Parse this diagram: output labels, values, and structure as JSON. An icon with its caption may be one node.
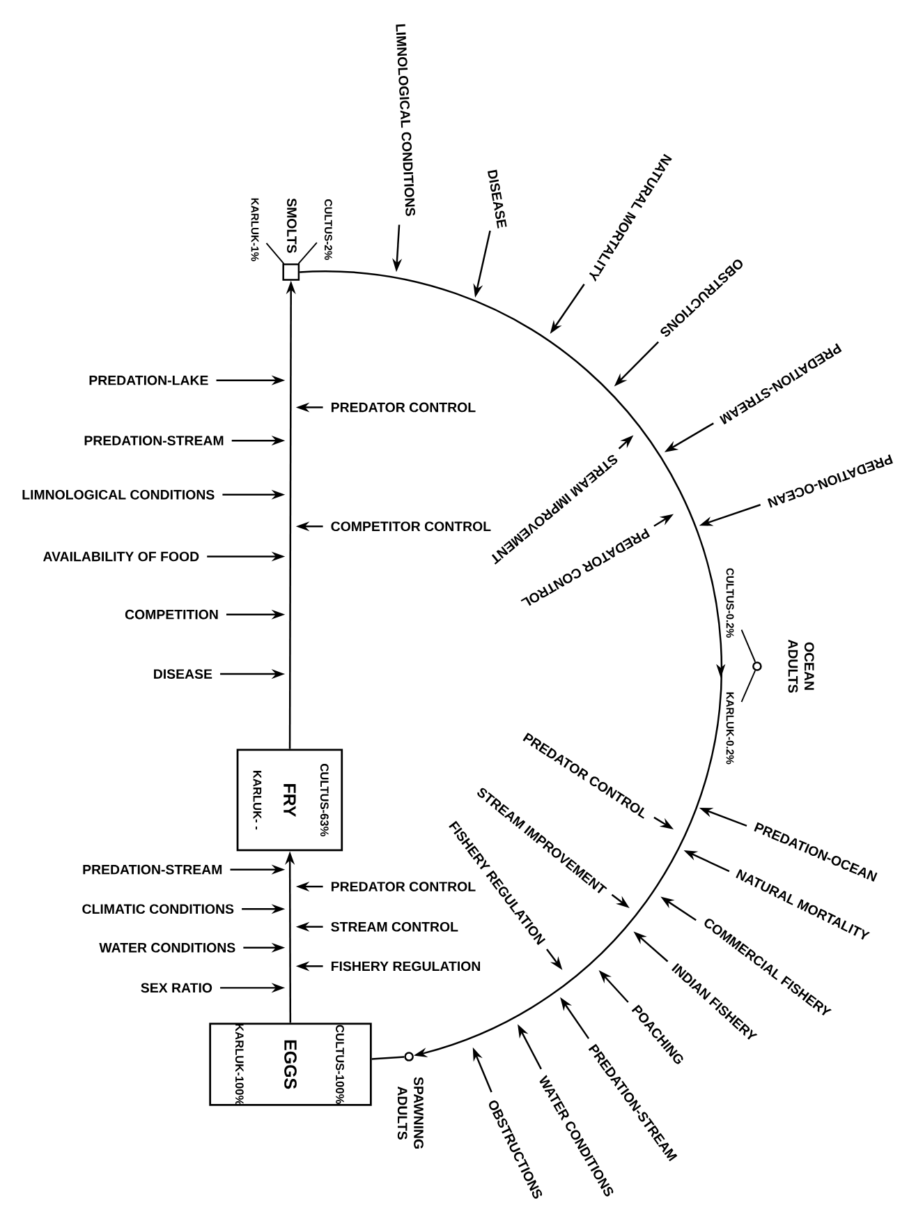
{
  "diagram": {
    "nodes": [
      {
        "text": [],
        "shape": "box",
        "beside": [
          "SMOLTS"
        ]
      },
      {
        "text": [
          "KARLUK-1%"
        ]
      },
      {
        "text": [
          "CULTUS-2%"
        ]
      },
      {
        "text": [
          "LIMNOLOGICAL CONDITIONS"
        ]
      },
      {
        "text": [
          "DISEASE"
        ]
      },
      {
        "text": [
          "NATURAL MORTALITY"
        ]
      },
      {
        "text": [
          "OBSTRUCTIONS"
        ]
      },
      {
        "text": [
          "PREDATION-STREAM"
        ]
      },
      {
        "text": [
          "PREDATION-OCEAN"
        ]
      },
      {
        "text": [
          "PREDATION-LAKE"
        ]
      },
      {
        "text": [
          "PREDATION-STREAM"
        ]
      },
      {
        "text": [
          "LIMNOLOGICAL CONDITIONS"
        ]
      },
      {
        "text": [
          "AVAILABILITY OF FOOD"
        ]
      },
      {
        "text": [
          "COMPETITION"
        ]
      },
      {
        "text": [
          "DISEASE"
        ]
      },
      {
        "text": [
          "PREDATOR CONTROL"
        ]
      },
      {
        "text": [
          "COMPETITOR CONTROL"
        ]
      },
      {
        "text": [
          "STREAM IMPROVEMENT"
        ]
      },
      {
        "text": [
          "PREDATOR CONTROL"
        ]
      },
      {
        "text": [],
        "shape": "circle",
        "beside": [
          "OCEAN ADULTS"
        ]
      },
      {
        "text": [
          "CULTUS-0.2%"
        ]
      },
      {
        "text": [
          "KARLUK-0.2%"
        ]
      },
      {
        "text": [
          "FRY",
          "CULTUS-63%",
          "KARLUK- -"
        ]
      },
      {
        "text": [
          "PREDATOR CONTROL"
        ]
      },
      {
        "text": [
          "STREAM IMPROVEMENT"
        ]
      },
      {
        "text": [
          "FISHERY REGULATION"
        ]
      },
      {
        "text": [
          "PREDATION-OCEAN"
        ]
      },
      {
        "text": [
          "NATURAL MORTALITY"
        ]
      },
      {
        "text": [
          "COMMERCIAL FISHERY"
        ]
      },
      {
        "text": [
          "INDIAN FISHERY"
        ]
      },
      {
        "text": [
          "POACHING"
        ]
      },
      {
        "text": [
          "PREDATION-STREAM"
        ]
      },
      {
        "text": [
          "WATER CONDITIONS"
        ]
      },
      {
        "text": [
          "OBSTRUCTIONS"
        ]
      },
      {
        "text": [
          "PREDATION-STREAM"
        ]
      },
      {
        "text": [
          "CLIMATIC CONDITIONS"
        ]
      },
      {
        "text": [
          "WATER CONDITIONS"
        ]
      },
      {
        "text": [
          "SEX RATIO"
        ]
      },
      {
        "text": [
          "PREDATOR CONTROL"
        ]
      },
      {
        "text": [
          "STREAM CONTROL"
        ]
      },
      {
        "text": [
          "FISHERY REGULATION"
        ]
      },
      {
        "text": [
          "EGGS",
          "CULTUS-100%",
          "KARLUK-100%"
        ]
      },
      {
        "text": [],
        "shape": "circle",
        "beside": [
          "SPAWNING ADULTS"
        ]
      }
    ],
    "edges": [
      {
        "from": 41,
        "to": 22,
        "arrow": "to"
      },
      {
        "from": 22,
        "to": 0,
        "arrow": "to"
      },
      {
        "from": 0,
        "to": 42,
        "arrow": "to"
      },
      {
        "from": 42,
        "to": 41,
        "arrow": "none"
      },
      {
        "from": 0,
        "to": 1,
        "arrow": "none"
      },
      {
        "from": 0,
        "to": 2,
        "arrow": "none"
      },
      {
        "from": 19,
        "to": 20,
        "arrow": "none"
      },
      {
        "from": 19,
        "to": 21,
        "arrow": "none"
      },
      {
        "from": 3,
        "to": null,
        "arrow": "to"
      },
      {
        "from": 4,
        "to": null,
        "arrow": "to"
      },
      {
        "from": 5,
        "to": null,
        "arrow": "to"
      },
      {
        "from": 6,
        "to": null,
        "arrow": "to"
      },
      {
        "from": 7,
        "to": null,
        "arrow": "to"
      },
      {
        "from": 8,
        "to": null,
        "arrow": "to"
      },
      {
        "from": 9,
        "to": null,
        "arrow": "to"
      },
      {
        "from": 10,
        "to": null,
        "arrow": "to"
      },
      {
        "from": 11,
        "to": null,
        "arrow": "to"
      },
      {
        "from": 12,
        "to": null,
        "arrow": "to"
      },
      {
        "from": 13,
        "to": null,
        "arrow": "to"
      },
      {
        "from": 14,
        "to": null,
        "arrow": "to"
      },
      {
        "from": 15,
        "to": null,
        "arrow": "to"
      },
      {
        "from": 16,
        "to": null,
        "arrow": "to"
      },
      {
        "from": 17,
        "to": null,
        "arrow": "to"
      },
      {
        "from": 18,
        "to": null,
        "arrow": "to"
      },
      {
        "from": 23,
        "to": null,
        "arrow": "to"
      },
      {
        "from": 24,
        "to": null,
        "arrow": "to"
      },
      {
        "from": 25,
        "to": null,
        "arrow": "to"
      },
      {
        "from": 26,
        "to": null,
        "arrow": "to"
      },
      {
        "from": 27,
        "to": null,
        "arrow": "to"
      },
      {
        "from": 28,
        "to": null,
        "arrow": "to"
      },
      {
        "from": 29,
        "to": null,
        "arrow": "to"
      },
      {
        "from": 30,
        "to": null,
        "arrow": "to"
      },
      {
        "from": 31,
        "to": null,
        "arrow": "to"
      },
      {
        "from": 32,
        "to": null,
        "arrow": "to"
      },
      {
        "from": 33,
        "to": null,
        "arrow": "to"
      },
      {
        "from": 34,
        "to": null,
        "arrow": "to"
      },
      {
        "from": 35,
        "to": null,
        "arrow": "to"
      },
      {
        "from": 36,
        "to": null,
        "arrow": "to"
      },
      {
        "from": 37,
        "to": null,
        "arrow": "to"
      },
      {
        "from": 38,
        "to": null,
        "arrow": "to"
      },
      {
        "from": 39,
        "to": null,
        "arrow": "to"
      },
      {
        "from": 40,
        "to": null,
        "arrow": "to"
      }
    ]
  }
}
